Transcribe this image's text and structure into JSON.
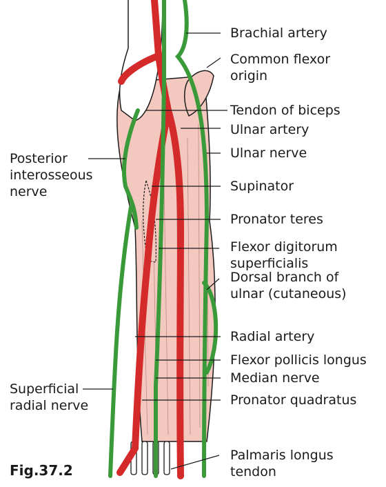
{
  "caption": "Fig.37.2",
  "labels": {
    "brachial_artery": "Brachial artery",
    "common_flexor_origin_1": "Common flexor",
    "common_flexor_origin_2": "origin",
    "tendon_of_biceps": "Tendon of biceps",
    "ulnar_artery": "Ulnar artery",
    "ulnar_nerve": "Ulnar nerve",
    "supinator": "Supinator",
    "pronator_teres": "Pronator teres",
    "fds_1": "Flexor digitorum",
    "fds_2": "superficialis",
    "dorsal_branch_1": "Dorsal branch of",
    "dorsal_branch_2": "ulnar (cutaneous)",
    "radial_artery": "Radial artery",
    "fpl": "Flexor pollicis longus",
    "median_nerve": "Median nerve",
    "pronator_quadratus": "Pronator quadratus",
    "palmaris_1": "Palmaris longus",
    "palmaris_2": "tendon",
    "pin_1": "Posterior",
    "pin_2": "interosseous",
    "pin_3": "nerve",
    "srn_1": "Superficial",
    "srn_2": "radial nerve"
  },
  "colors": {
    "artery": "#d42a2a",
    "nerve": "#3a9a3a",
    "muscle": "#f3c9bf",
    "outline": "#1a1a1a"
  }
}
